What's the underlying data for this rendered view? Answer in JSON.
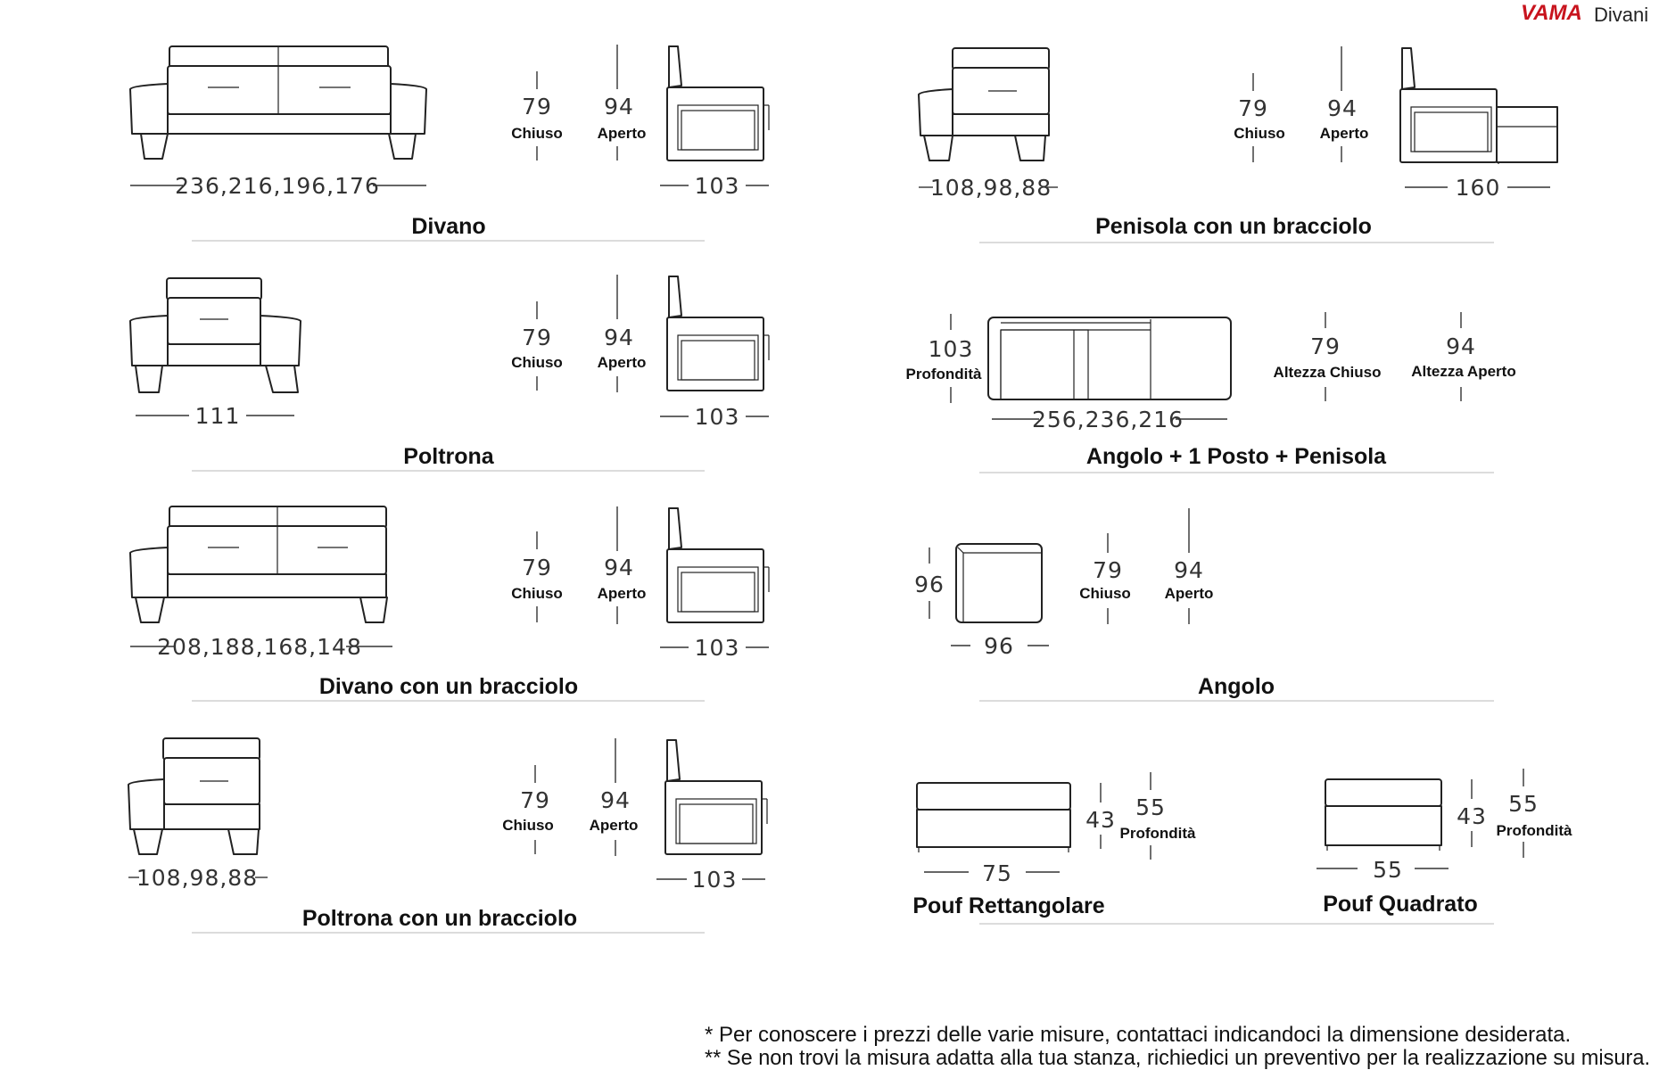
{
  "brand": {
    "name_red": "VAMA",
    "name_dark": "Divani",
    "accent": "#c8141e"
  },
  "labels": {
    "chiuso": "Chiuso",
    "aperto": "Aperto",
    "profondita": "Profondità",
    "altezza_chiuso": "Altezza Chiuso",
    "altezza_aperto": "Altezza Aperto"
  },
  "heights": {
    "closed": "79",
    "open": "94",
    "seat_depth": "103"
  },
  "modules": {
    "divano": {
      "title": "Divano",
      "width": "236,216,196,176"
    },
    "poltrona": {
      "title": "Poltrona",
      "width": "111"
    },
    "divano_bracciolo": {
      "title": "Divano con un bracciolo",
      "width": "208,188,168,148"
    },
    "poltrona_bracciolo": {
      "title": "Poltrona con un bracciolo",
      "width": "108,98,88"
    },
    "penisola": {
      "title": "Penisola con un bracciolo",
      "width": "108,98,88",
      "depth": "160"
    },
    "angolo_posto_penisola": {
      "title": "Angolo + 1 Posto + Penisola",
      "width": "256,236,216",
      "depth": "103"
    },
    "angolo": {
      "title": "Angolo",
      "width": "96",
      "depth": "96"
    },
    "pouf_rett": {
      "title": "Pouf Rettangolare",
      "width": "75",
      "height": "43",
      "depth": "55"
    },
    "pouf_quad": {
      "title": "Pouf Quadrato",
      "width": "55",
      "height": "43",
      "depth": "55"
    }
  },
  "notes": [
    "* Per conoscere i prezzi delle varie misure, contattaci indicandoci la dimensione desiderata.",
    "** Se non trovi la misura adatta alla tua stanza, richiedici un preventivo per la realizzazione su misura."
  ]
}
